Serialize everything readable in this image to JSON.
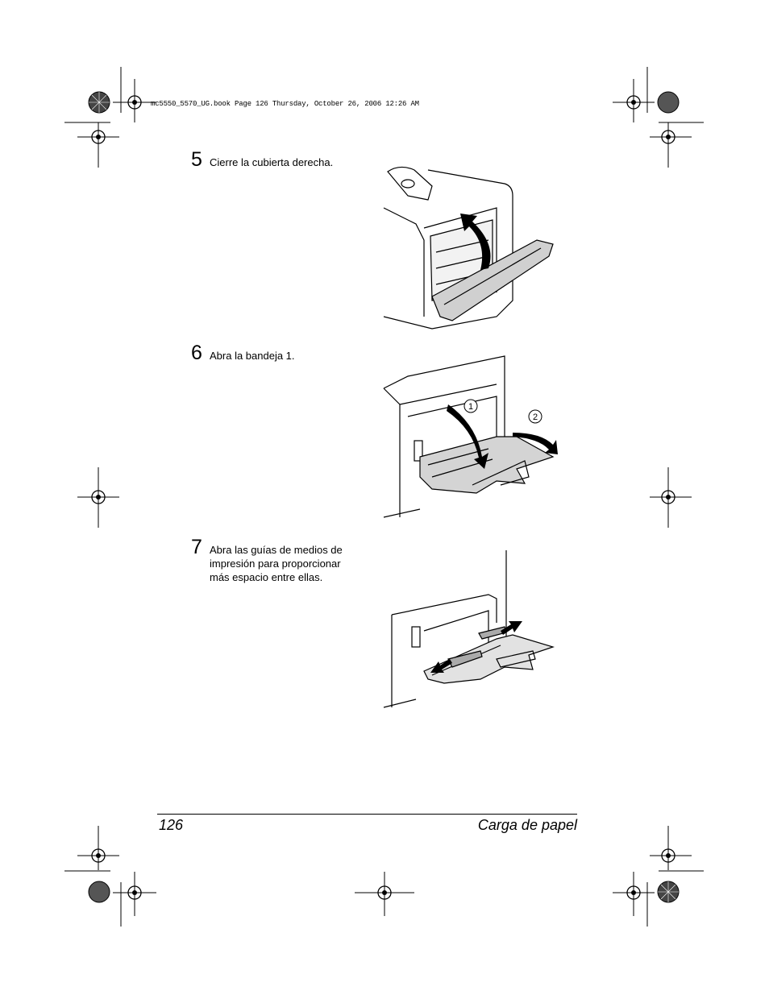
{
  "header": {
    "slug": "mc5550_5570_UG.book  Page 126  Thursday, October 26, 2006  12:26 AM"
  },
  "steps": [
    {
      "number": "5",
      "text": "Cierre la cubierta derecha."
    },
    {
      "number": "6",
      "text": "Abra la bandeja 1."
    },
    {
      "number": "7",
      "text": "Abra las guías de medios de impresión para proporcionar más espacio entre ellas."
    }
  ],
  "figure2": {
    "callout1": "1",
    "callout2": "2"
  },
  "footer": {
    "page_number": "126",
    "section_title": "Carga de papel"
  }
}
